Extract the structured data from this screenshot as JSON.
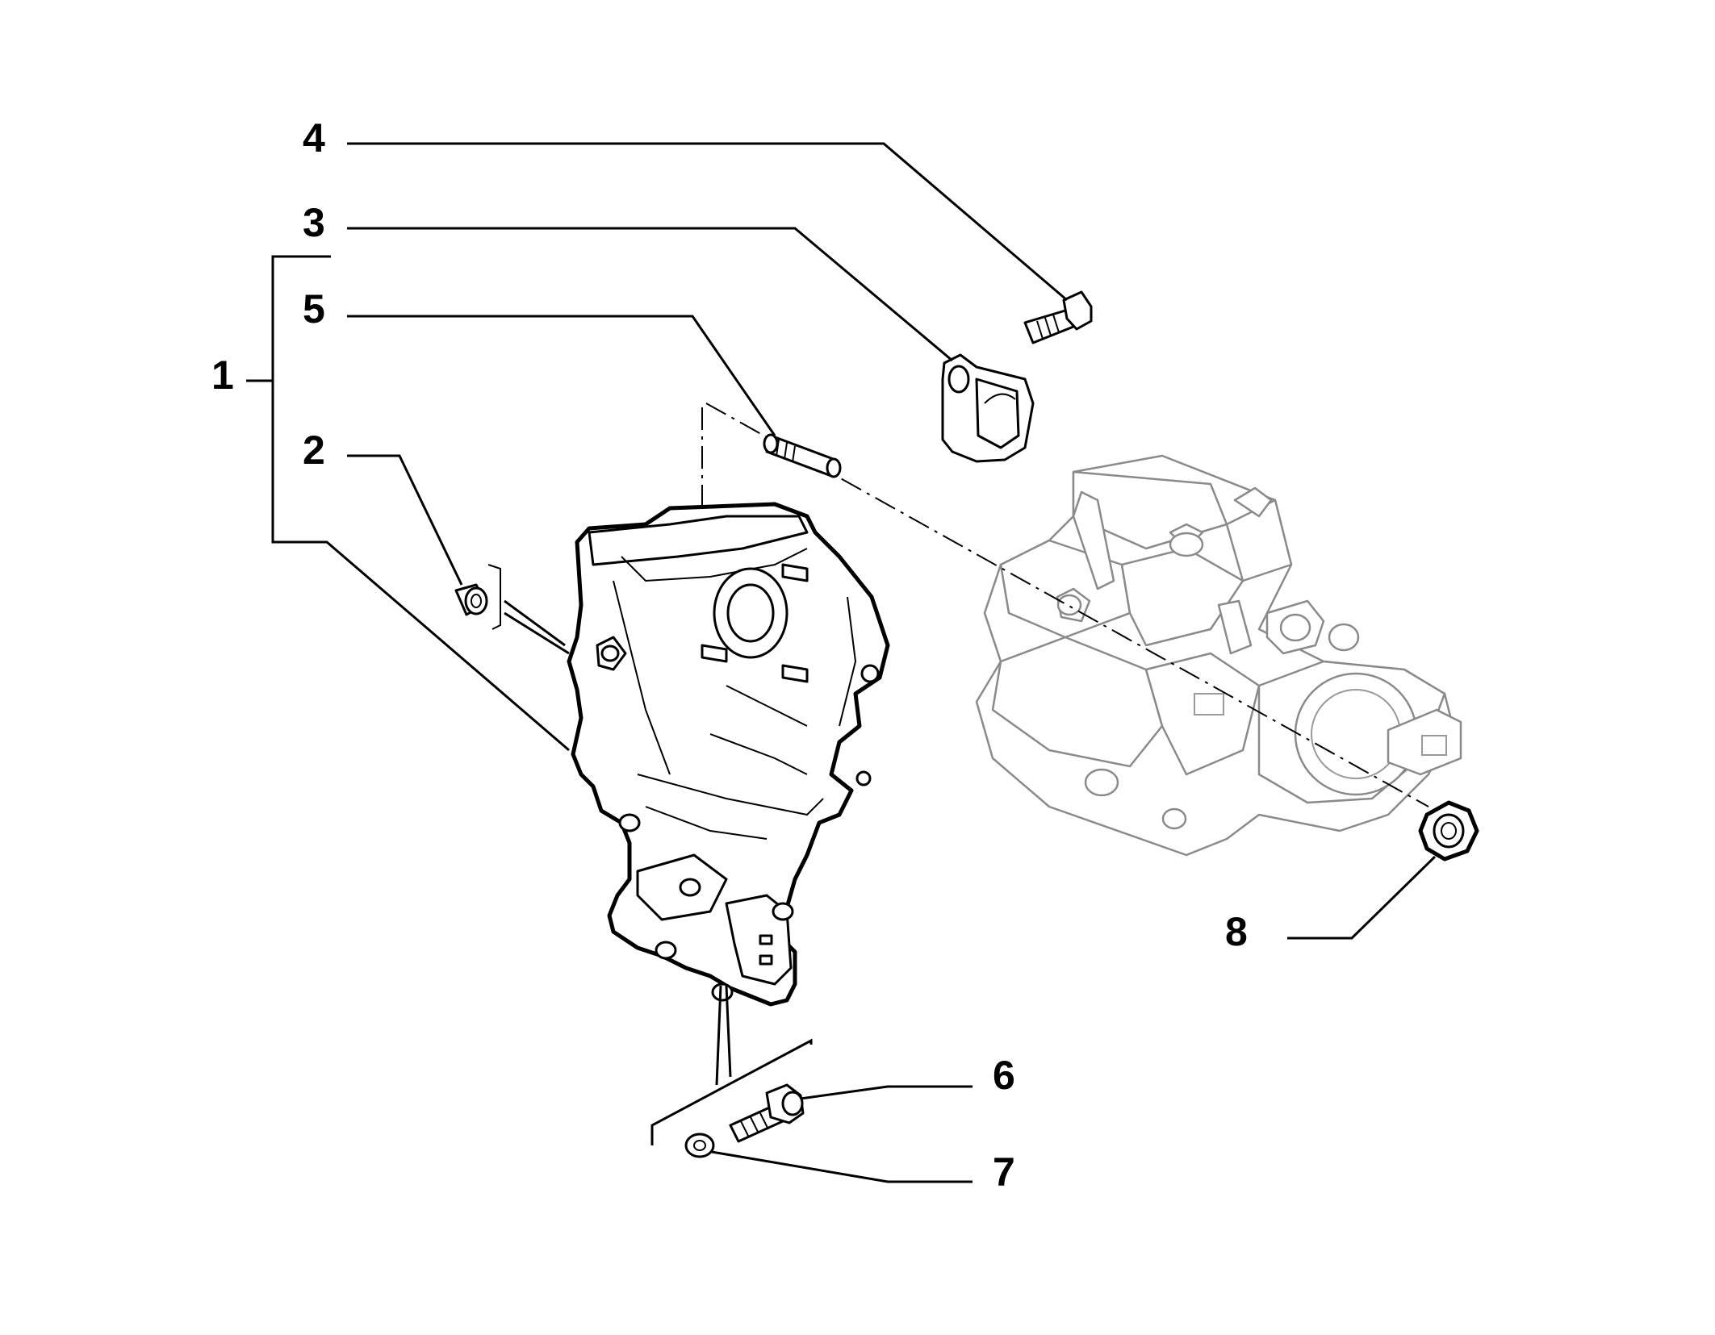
{
  "callouts": [
    {
      "id": "1",
      "label": "1"
    },
    {
      "id": "2",
      "label": "2"
    },
    {
      "id": "3",
      "label": "3"
    },
    {
      "id": "4",
      "label": "4"
    },
    {
      "id": "5",
      "label": "5"
    },
    {
      "id": "6",
      "label": "6"
    },
    {
      "id": "7",
      "label": "7"
    },
    {
      "id": "8",
      "label": "8"
    }
  ],
  "colors": {
    "ink": "#000000",
    "ghost_part": "#8a8a8a",
    "background": "#ffffff"
  }
}
